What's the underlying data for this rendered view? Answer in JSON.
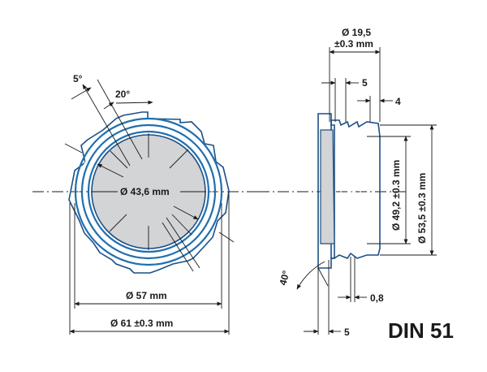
{
  "title": "DIN 51",
  "front_view": {
    "angle_a": "5°",
    "angle_b": "20°",
    "inner_diameter": "Ø 43,6 mm",
    "diameter_57": "Ø 57 mm",
    "diameter_61": "Ø 61 ±0.3 mm"
  },
  "side_view": {
    "width": "Ø 19,5",
    "width_tol": "±0.3 mm",
    "dim_5_top": "5",
    "dim_4": "4",
    "dim_49": "Ø 49,2 ±0.3 mm",
    "dim_53": "Ø 53,5 ±0.3 mm",
    "angle_40": "40°",
    "dim_08": "0,8",
    "dim_5_bottom": "5"
  },
  "colors": {
    "blue": "#1f6fb0",
    "grey": "#d3d4d6",
    "line": "#1a1a1a"
  }
}
